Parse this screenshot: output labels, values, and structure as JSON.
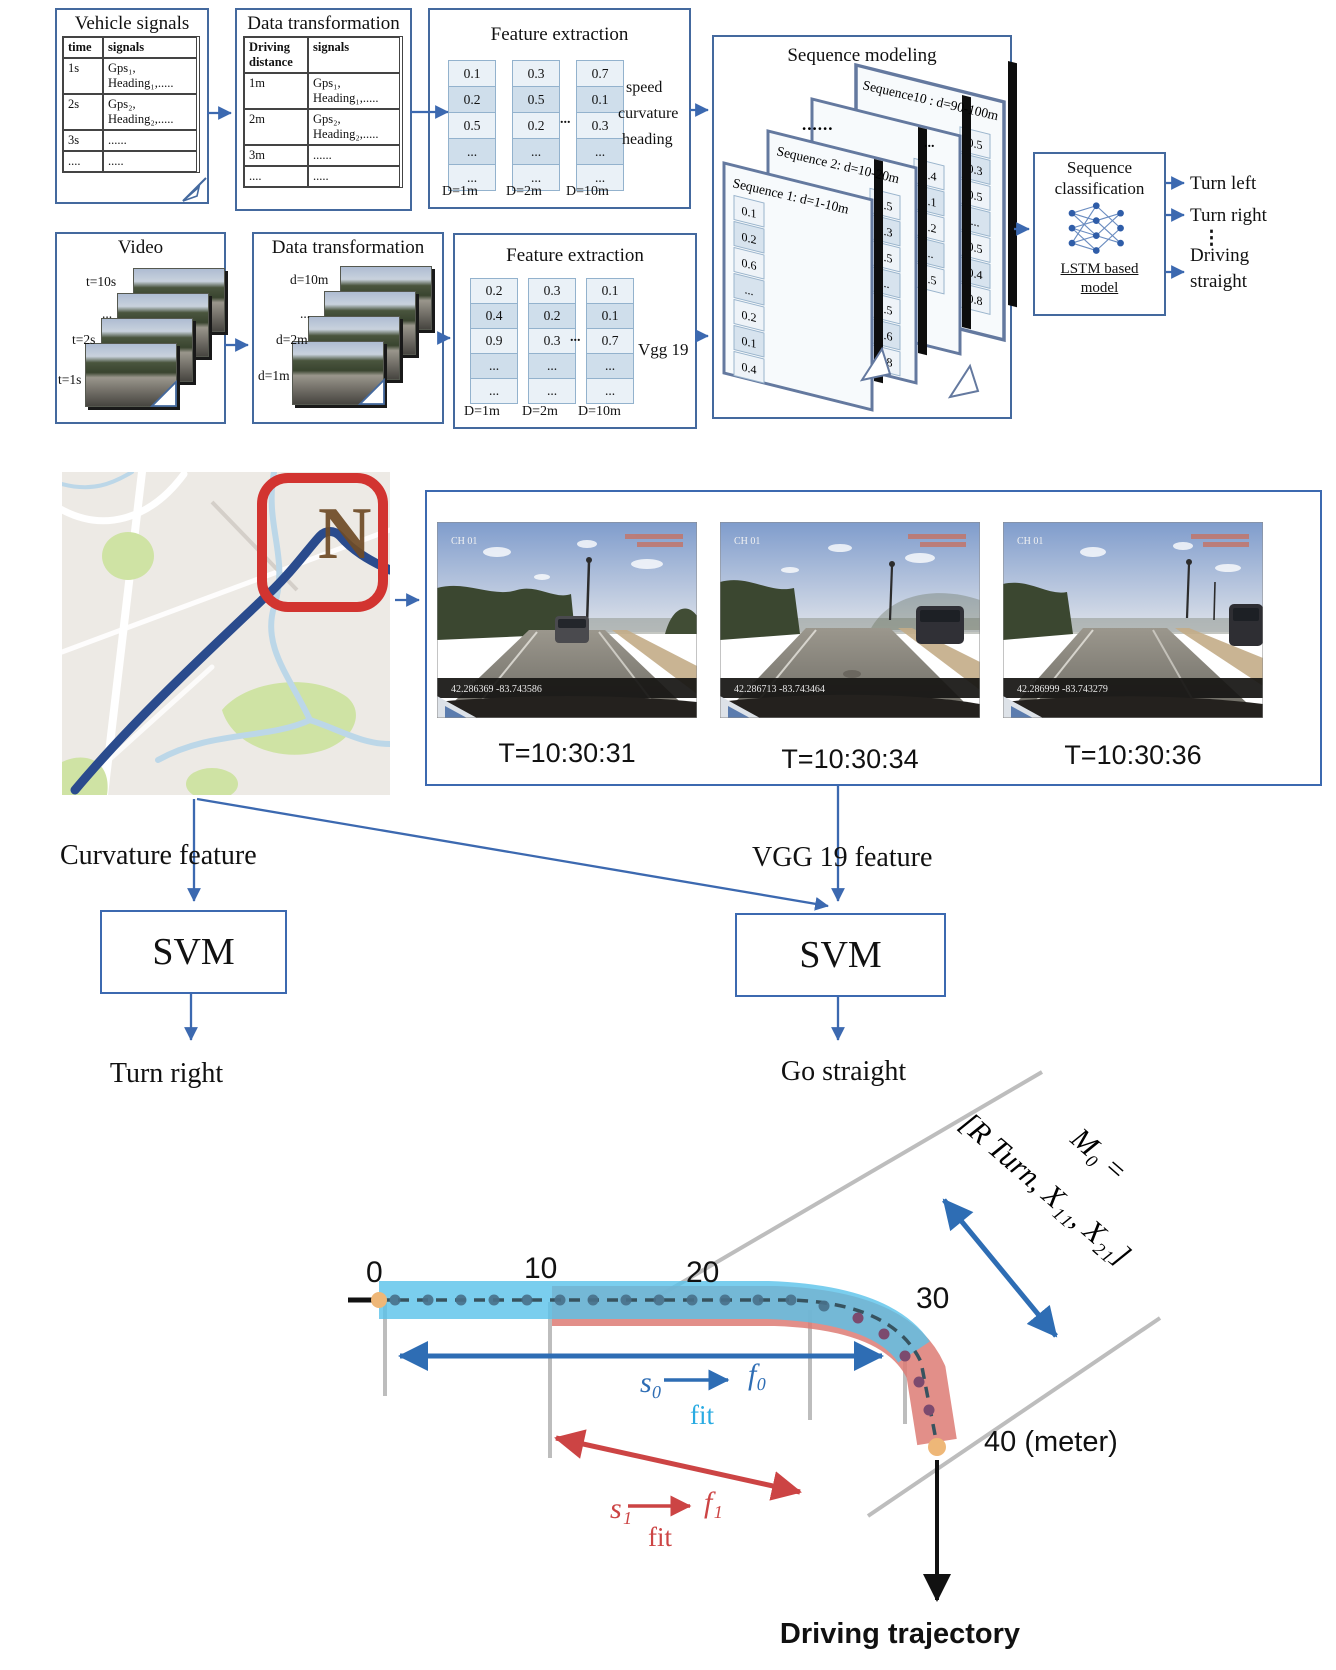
{
  "colors": {
    "accent": "#3c69b0",
    "box_border": "#44699e",
    "band_blue": "#59c2ea",
    "band_red": "#dd7b74",
    "fit_blue": "#2e6db4",
    "fit_cyan": "#29abe2",
    "fit_red": "#cc4444",
    "gray_line": "#bdbdbd",
    "orange_dot": "#eeb778",
    "map_highlight": "#d23430",
    "route_blue": "#2a4b8d"
  },
  "row1": {
    "vehicle_signals": {
      "title": "Vehicle signals",
      "col1": "time",
      "col2": "signals",
      "rows": [
        {
          "c1": "1s",
          "c2": "Gps₁,\nHeading₁,....."
        },
        {
          "c1": "2s",
          "c2": "Gps₂,\nHeading₂,....."
        },
        {
          "c1": "3s",
          "c2": "......"
        },
        {
          "c1": "....",
          "c2": "....."
        }
      ]
    },
    "data_transformation": {
      "title": "Data transformation",
      "col1": "Driving\ndistance",
      "col2": "signals",
      "rows": [
        {
          "c1": "1m",
          "c2": "Gps₁,\nHeading₁,....."
        },
        {
          "c1": "2m",
          "c2": "Gps₂,\nHeading₂,....."
        },
        {
          "c1": "3m",
          "c2": "......"
        },
        {
          "c1": "....",
          "c2": "....."
        }
      ]
    },
    "feature_extraction": {
      "title": "Feature extraction",
      "dots": "...",
      "cols": [
        {
          "label": "D=1m",
          "v": [
            "0.1",
            "0.2",
            "0.5",
            "...",
            "..."
          ]
        },
        {
          "label": "D=2m",
          "v": [
            "0.3",
            "0.5",
            "0.2",
            "...",
            "..."
          ]
        },
        {
          "label": "D=10m",
          "v": [
            "0.7",
            "0.1",
            "0.3",
            "...",
            "..."
          ]
        }
      ],
      "side": [
        "speed",
        "curvature",
        "heading"
      ]
    },
    "sequence_modeling": {
      "title": "Sequence modeling",
      "dots": "......",
      "dots2": "...",
      "panels": [
        {
          "label": "Sequence 1: d=1-10m",
          "v": [
            "0.1",
            "0.2",
            "0.6",
            "...",
            "0.2",
            "0.1",
            "0.4"
          ]
        },
        {
          "label": "Sequence 2: d=10-20m",
          "v": [
            "0.5",
            "0.3",
            "0.5",
            "...",
            "0.5",
            "0.6",
            "0.8"
          ]
        },
        {
          "label": "",
          "v": [
            "0.4",
            "0.1",
            "0.2",
            "...",
            "0.5"
          ]
        },
        {
          "label": "Sequence10 : d=90-100m",
          "v": [
            "0.5",
            "0.3",
            "0.5",
            "...",
            "0.5",
            "0.4",
            "0.8"
          ]
        }
      ]
    },
    "sequence_classification": {
      "title": "Sequence\nclassification",
      "model": "LSTM based\nmodel",
      "outputs": {
        "o1": "Turn left",
        "o2": "Turn right",
        "dots": "⋮",
        "o3": "Driving\nstraight"
      }
    }
  },
  "row2": {
    "video": {
      "title": "Video",
      "labels": [
        "t=10s",
        "...",
        "t=2s",
        "t=1s"
      ]
    },
    "data_transformation": {
      "title": "Data transformation",
      "labels": [
        "d=10m",
        "...",
        "d=2m",
        "d=1m"
      ]
    },
    "feature_extraction": {
      "title": "Feature extraction",
      "dots": "...",
      "cols": [
        {
          "label": "D=1m",
          "v": [
            "0.2",
            "0.4",
            "0.9",
            "...",
            "..."
          ]
        },
        {
          "label": "D=2m",
          "v": [
            "0.3",
            "0.2",
            "0.3",
            "...",
            "..."
          ]
        },
        {
          "label": "D=10m",
          "v": [
            "0.1",
            "0.1",
            "0.7",
            "...",
            "..."
          ]
        }
      ],
      "network": "Vgg 19"
    }
  },
  "map": {
    "north": "N"
  },
  "example": {
    "frames": [
      {
        "cam": "CH 01",
        "time": "T=10:30:31",
        "gps": "42.286369 -83.743586"
      },
      {
        "cam": "CH 01",
        "time": "T=10:30:34",
        "gps": "42.286713 -83.743464"
      },
      {
        "cam": "CH 01",
        "time": "T=10:30:36",
        "gps": "42.286999 -83.743279"
      }
    ]
  },
  "classify": {
    "left_input": "Curvature feature",
    "right_input": "VGG 19 feature",
    "svm_left": "SVM",
    "svm_right": "SVM",
    "left_output": "Turn right",
    "right_output": "Go straight"
  },
  "trajectory": {
    "t0": "0",
    "t10": "10",
    "t20": "20",
    "t30": "30",
    "t40": "40 (meter)",
    "s0": "s₀",
    "f0": "f₀",
    "fit0": "fit",
    "s1": "s₁",
    "f1": "f₁",
    "fit1": "fit",
    "m1": "M₀ =",
    "m2": "[R Turn, X₁₁, X₂₁]",
    "caption": "Driving trajectory"
  }
}
